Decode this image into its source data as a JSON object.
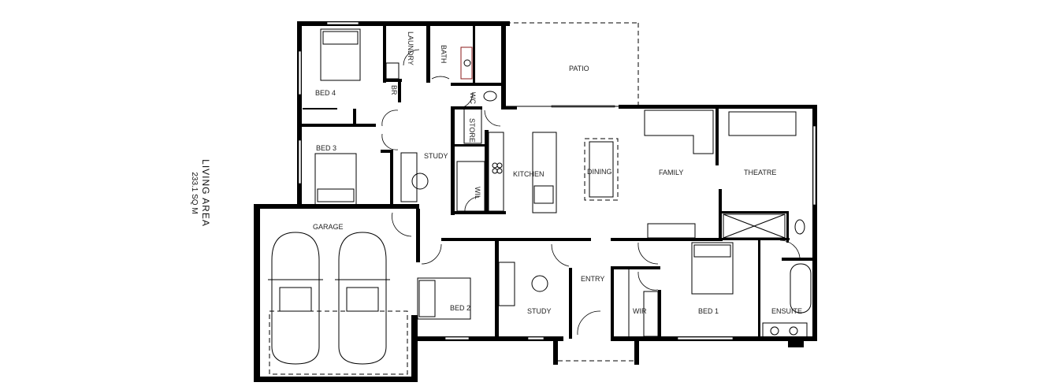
{
  "plan": {
    "area_title": "LIVING AREA",
    "area_value": "233.1 SQ M",
    "rooms": {
      "bed4": "BED 4",
      "bed3": "BED 3",
      "bed2": "BED 2",
      "bed1": "BED 1",
      "laundry": "LAUNDRY",
      "bath": "BATH",
      "br": "BR",
      "wc": "WC",
      "store": "STORE",
      "study_upper": "STUDY",
      "study_lower": "STUDY",
      "wil": "WIL",
      "kitchen": "KITCHEN",
      "dining": "DINING",
      "family": "FAMILY",
      "theatre": "THEATRE",
      "patio": "PATIO",
      "garage": "GARAGE",
      "entry": "ENTRY",
      "wir": "WIR",
      "ensuite": "ENSUITE"
    },
    "colors": {
      "wall": "#000000",
      "vanity_accent": "#8b1a1a"
    }
  }
}
